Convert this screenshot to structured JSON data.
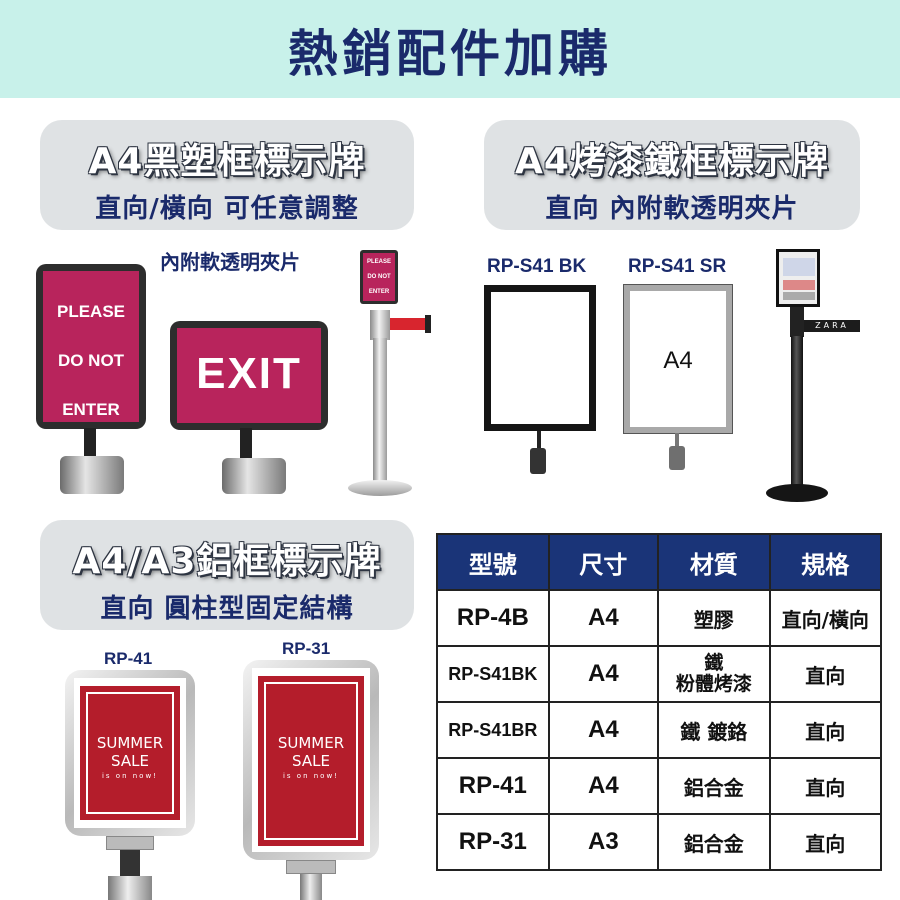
{
  "banner": {
    "title": "熱銷配件加購"
  },
  "sections": [
    {
      "title": "A4黑塑框標示牌",
      "subtitle": "直向/橫向 可任意調整"
    },
    {
      "title": "A4烤漆鐵框標示牌",
      "subtitle": "直向 內附軟透明夾片"
    },
    {
      "title": "A4/A3鋁框標示牌",
      "subtitle": "直向 圓柱型固定結構"
    }
  ],
  "section1": {
    "note": "內附軟透明夾片",
    "sign1": [
      "PLEASE",
      "DO  NOT",
      "ENTER"
    ],
    "sign2": "EXIT",
    "small_sign": [
      "PLEASE",
      "DO  NOT",
      "ENTER"
    ]
  },
  "section2": {
    "label_bk": "RP-S41 BK",
    "label_sr": "RP-S41 SR",
    "frame_text": "A4",
    "tape_text": "ZARA"
  },
  "section3": {
    "label_41": "RP-41",
    "label_31": "RP-31",
    "poster_line1": "SUMMER",
    "poster_line2": "SALE",
    "poster_line3": "is on now!"
  },
  "table": {
    "headers": [
      "型號",
      "尺寸",
      "材質",
      "規格"
    ],
    "rows": [
      {
        "model": "RP-4B",
        "size": "A4",
        "material": "塑膠",
        "spec": "直向/橫向"
      },
      {
        "model": "RP-S41BK",
        "size": "A4",
        "material_line1": "鐵",
        "material_line2": "粉體烤漆",
        "spec": "直向"
      },
      {
        "model": "RP-S41BR",
        "size": "A4",
        "material": "鐵 鍍鉻",
        "spec": "直向"
      },
      {
        "model": "RP-41",
        "size": "A4",
        "material": "鋁合金",
        "spec": "直向"
      },
      {
        "model": "RP-31",
        "size": "A3",
        "material": "鋁合金",
        "spec": "直向"
      }
    ]
  },
  "colors": {
    "banner_bg": "#c8f1ea",
    "title_navy": "#1a2a6b",
    "table_header": "#1a3478",
    "sign_red": "#b8245c",
    "poster_red": "#b41d2b"
  }
}
